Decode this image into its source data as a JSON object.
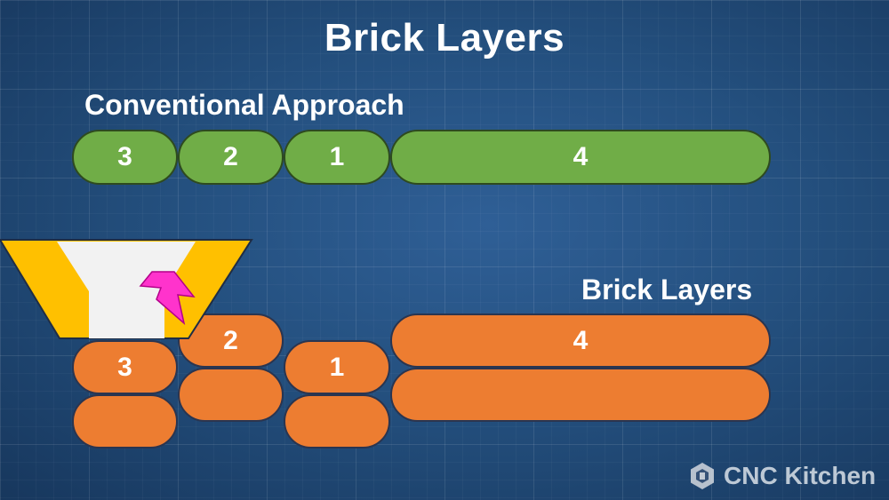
{
  "title": "Brick Layers",
  "conventional": {
    "label": "Conventional Approach",
    "beads": [
      "3",
      "2",
      "1",
      "4"
    ]
  },
  "brick": {
    "label": "Brick Layers",
    "beads": [
      "3",
      "",
      "2",
      "",
      "1",
      "",
      "4",
      ""
    ]
  },
  "brand": {
    "logo_icon": "cnc-kitchen-logo-icon",
    "text": "CNC Kitchen"
  },
  "colors": {
    "conventional_bead": "#70ad47",
    "brick_bead": "#ed7d31",
    "nozzle": "#ffc000",
    "nozzle_core": "#f2f2f2",
    "spark": "#ff33cc"
  }
}
